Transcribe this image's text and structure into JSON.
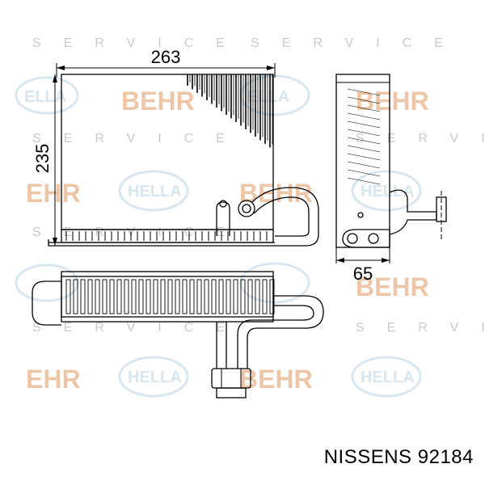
{
  "dimensions": {
    "width_label": "263",
    "height_label": "235",
    "depth_label": "65"
  },
  "caption": {
    "brand": "NISSENS",
    "part_number": "92184"
  },
  "watermarks": {
    "behr": "BEHR",
    "behr_cropped": "EHR",
    "hella": "HELLA",
    "hella_cropped": "ELLA",
    "service": "SERVICE"
  },
  "colors": {
    "line": "#000000",
    "behr_watermark": "#e8b48a",
    "hella_watermark": "#d7e6ef"
  }
}
